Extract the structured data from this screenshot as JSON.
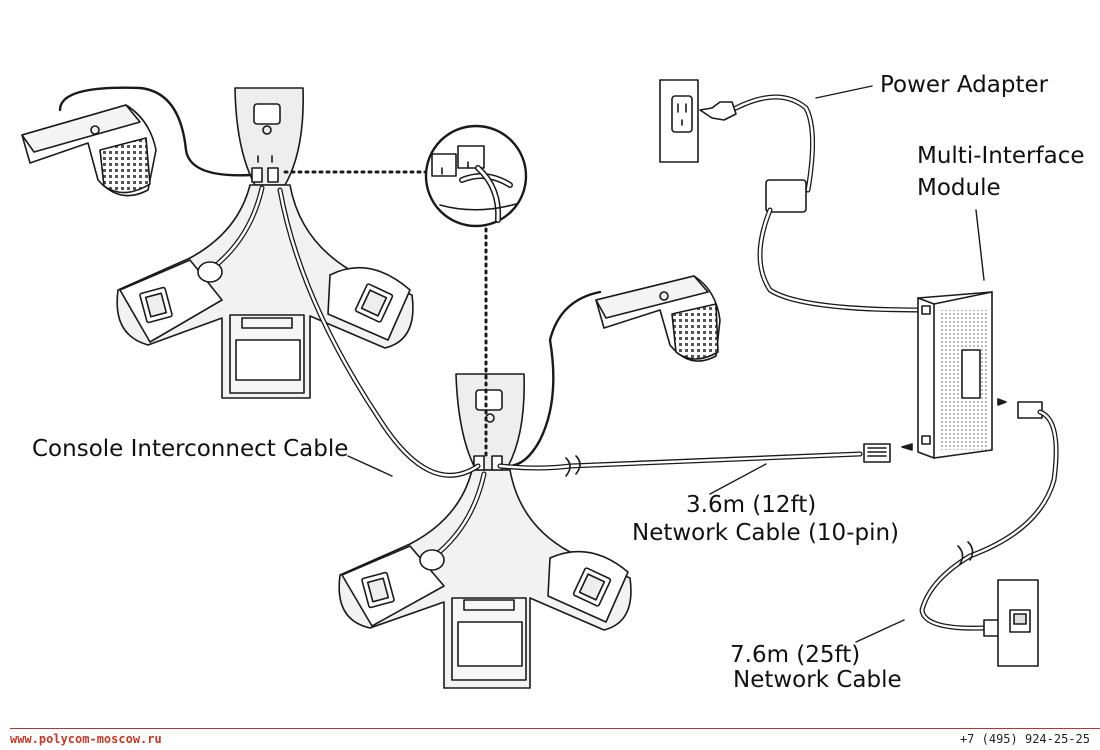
{
  "labels": {
    "power_adapter": "Power Adapter",
    "mim_line1": "Multi-Interface",
    "mim_line2": "Module",
    "console_cable": "Console Interconnect Cable",
    "net_cable_short_line1": "3.6m (12ft)",
    "net_cable_short_line2": "Network Cable (10-pin)",
    "net_cable_long_line1": "7.6m (25ft)",
    "net_cable_long_line2": "Network Cable"
  },
  "footer": {
    "website": "www.polycom-moscow.ru",
    "phone": "+7 (495) 924-25-25"
  },
  "colors": {
    "line": "#1a1a1a",
    "fill_light": "#e9e9e9",
    "fill_white": "#ffffff",
    "footer_accent": "#c0392b"
  }
}
